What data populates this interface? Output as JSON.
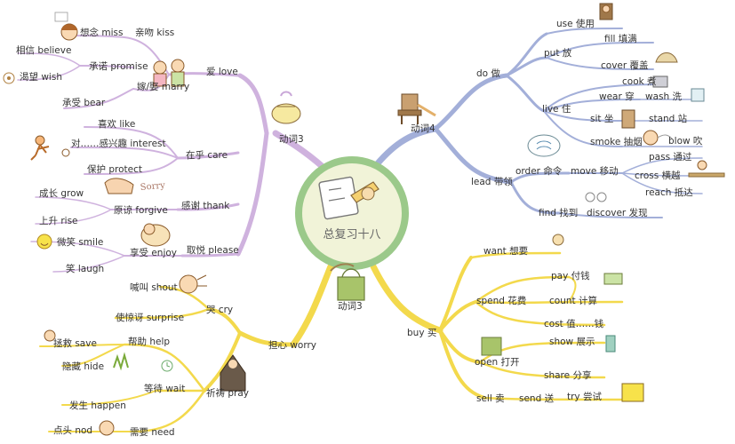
{
  "center": {
    "title": "总复习十八"
  },
  "branches": {
    "purple": {
      "label": "动词3",
      "color": "#c9a7d8"
    },
    "blue": {
      "label": "动词4",
      "color": "#9aa8d6"
    },
    "yellow_left": {
      "label": "动词3",
      "color": "#f2d84a"
    },
    "yellow_right": {
      "label": "buy 买",
      "color": "#f2d84a"
    }
  },
  "purple": {
    "love": "爱 love",
    "miss": "想念 miss",
    "kiss": "亲吻 kiss",
    "believe": "相信 believe",
    "wish": "渴望 wish",
    "promise": "承诺 promise",
    "marry": "嫁/娶 marry",
    "bear": "承受 bear",
    "care": "在乎 care",
    "like": "喜欢 like",
    "interest": "对……感兴趣 interest",
    "protect": "保护 protect",
    "thank": "感谢 thank",
    "grow": "成长 grow",
    "forgive": "原谅 forgive",
    "rise": "上升 rise",
    "please": "取悦 please",
    "smile": "微笑 smile",
    "enjoy": "享受 enjoy",
    "laugh": "笑 laugh",
    "sorry_sign": "Sorry"
  },
  "blue": {
    "do": "do 做",
    "use": "use 使用",
    "put": "put 放",
    "fill": "fill 填满",
    "cover": "cover 覆盖",
    "cook": "cook 煮",
    "live": "live 住",
    "wear": "wear 穿",
    "wash": "wash 洗",
    "sit": "sit 坐",
    "stand": "stand 站",
    "smoke": "smoke 抽烟",
    "blow": "blow 吹",
    "lead": "lead 带领",
    "order": "order 命令",
    "move": "move 移动",
    "pass": "pass 通过",
    "cross": "cross 横越",
    "reach": "reach 抵达",
    "find": "find 找到",
    "discover": "discover 发现"
  },
  "yellow_left": {
    "worry": "担心 worry",
    "cry": "哭 cry",
    "shout": "喊叫 shout",
    "surprise": "使惊讶 surprise",
    "pray": "祈祷 pray",
    "help": "帮助 help",
    "save": "拯救 save",
    "hide": "隐藏 hide",
    "wait": "等待 wait",
    "happen": "发生 happen",
    "need": "需要 need",
    "nod": "点头 nod"
  },
  "yellow_right": {
    "want": "want 想要",
    "pay": "pay 付钱",
    "spend": "spend 花费",
    "count": "count 计算",
    "cost": "cost 值……钱",
    "open": "open 打开",
    "show": "show 展示",
    "share": "share 分享",
    "sell": "sell 卖",
    "send": "send 送",
    "try": "try 尝试"
  }
}
